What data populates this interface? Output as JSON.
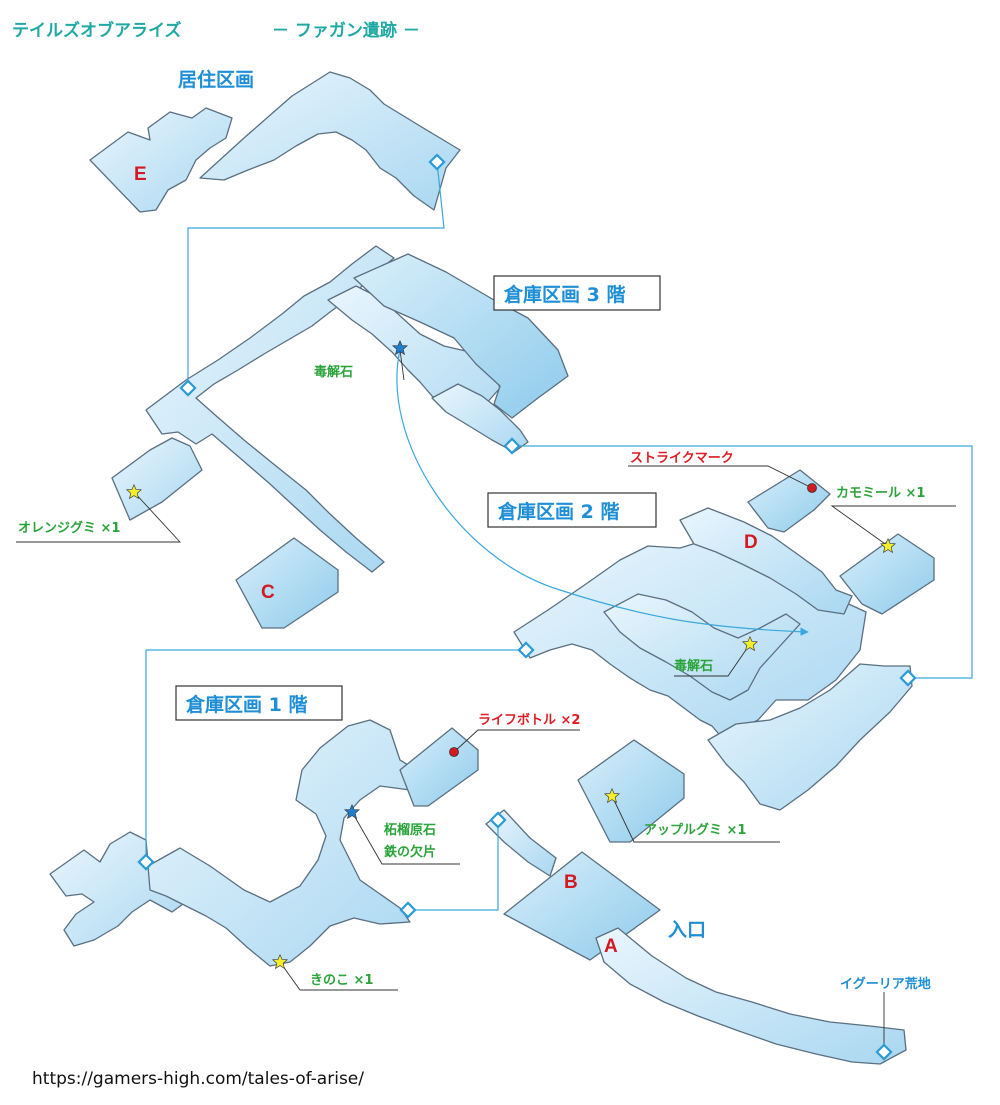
{
  "header": {
    "title": "テイルズオブアライズ",
    "subtitle": "－ ファガン遺跡 －"
  },
  "areas": {
    "residential": "居住区画",
    "warehouse_3f": "倉庫区画 3 階",
    "warehouse_2f": "倉庫区画 2 階",
    "warehouse_1f": "倉庫区画 1 階",
    "entrance": "入口"
  },
  "markers": {
    "a": "A",
    "b": "B",
    "c": "C",
    "d": "D",
    "e": "E"
  },
  "items": {
    "doku_3f": "毒解石",
    "orange_gummy": "オレンジグミ ×1",
    "strike_mark": "ストライクマーク",
    "camomile": "カモミール ×1",
    "doku_2f": "毒解石",
    "life_bottle": "ライフボトル ×2",
    "apple_gummy": "アップルグミ ×1",
    "ore": "柘榴原石",
    "iron": "鉄の欠片",
    "mushroom": "きのこ ×1"
  },
  "exits": {
    "iguria": "イグーリア荒地"
  },
  "footer": {
    "url": "https://gamers-high.com/tales-of-arise/"
  },
  "colors": {
    "floor": "#cde9f7",
    "outline": "#5a6f80",
    "connector": "#3aa7de",
    "treasure_yellow": "#f4ee2a",
    "treasure_red": "#d31921",
    "treasure_blue": "#1e7fd0",
    "title": "#20a9a4",
    "area_label": "#1e8fd6",
    "item_label": "#2aa33a",
    "key_item_label": "#e01b22"
  }
}
